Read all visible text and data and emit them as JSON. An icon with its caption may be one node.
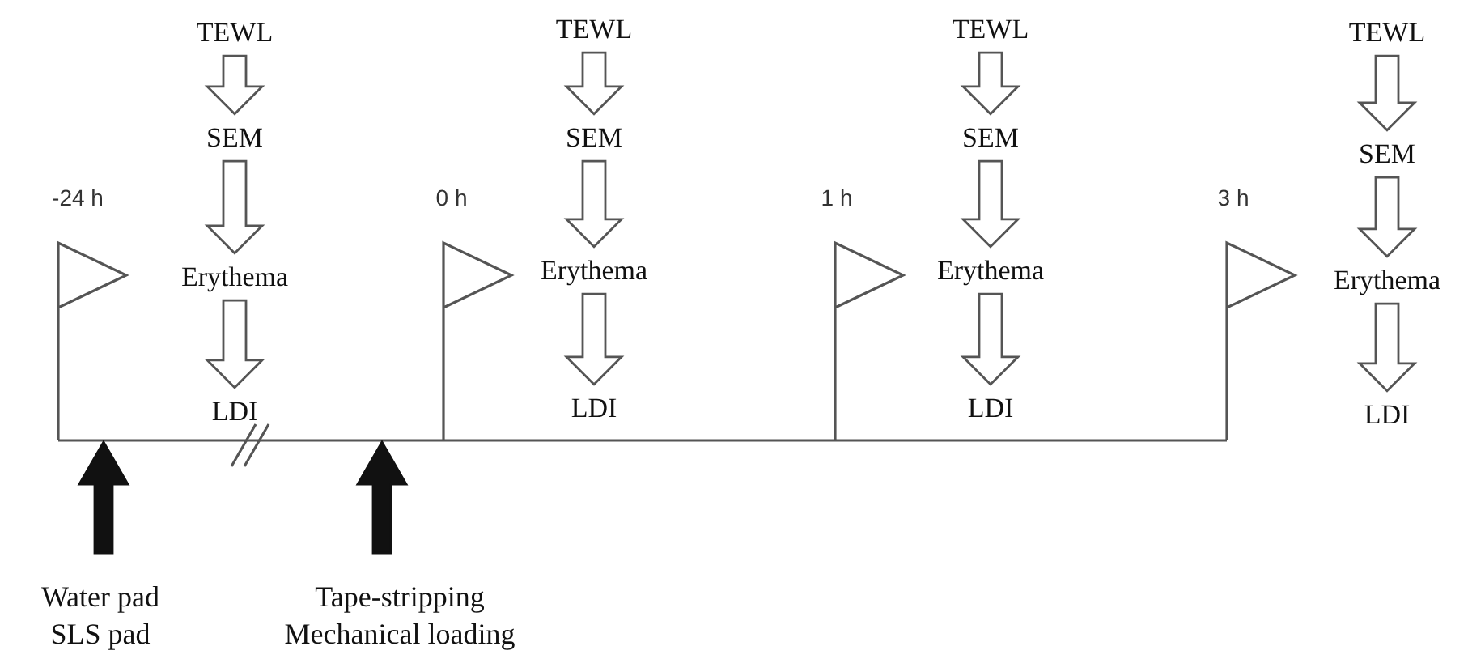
{
  "diagram": {
    "nodes": [
      {
        "text": [
          "TEWL"
        ]
      },
      {
        "text": [
          "SEM"
        ]
      },
      {
        "text": [
          "Erythema"
        ]
      },
      {
        "text": [
          "LDI"
        ]
      },
      {
        "text": [
          "TEWL"
        ]
      },
      {
        "text": [
          "SEM"
        ]
      },
      {
        "text": [
          "Erythema"
        ]
      },
      {
        "text": [
          "LDI"
        ]
      },
      {
        "text": [
          "TEWL"
        ]
      },
      {
        "text": [
          "SEM"
        ]
      },
      {
        "text": [
          "Erythema"
        ]
      },
      {
        "text": [
          "LDI"
        ]
      },
      {
        "text": [
          "TEWL"
        ]
      },
      {
        "text": [
          "SEM"
        ]
      },
      {
        "text": [
          "Erythema"
        ]
      },
      {
        "text": [
          "LDI"
        ]
      },
      {
        "text": [
          "Water pad",
          "SLS pad"
        ]
      },
      {
        "text": [
          "Tape-stripping",
          "Mechanical loading"
        ]
      }
    ],
    "edges": [
      {
        "from": 0,
        "to": 1,
        "arrow": "to"
      },
      {
        "from": 1,
        "to": 2,
        "arrow": "to"
      },
      {
        "from": 2,
        "to": 3,
        "arrow": "to"
      },
      {
        "from": 4,
        "to": 5,
        "arrow": "to"
      },
      {
        "from": 5,
        "to": 6,
        "arrow": "to"
      },
      {
        "from": 6,
        "to": 7,
        "arrow": "to"
      },
      {
        "from": 8,
        "to": 9,
        "arrow": "to"
      },
      {
        "from": 9,
        "to": 10,
        "arrow": "to"
      },
      {
        "from": 10,
        "to": 11,
        "arrow": "to"
      },
      {
        "from": 12,
        "to": 13,
        "arrow": "to"
      },
      {
        "from": 13,
        "to": 14,
        "arrow": "to"
      },
      {
        "from": 14,
        "to": 15,
        "arrow": "to"
      },
      {
        "from": 16,
        "to": null,
        "arrow": "to",
        "style": "thick",
        "color": "#111111"
      },
      {
        "from": 17,
        "to": null,
        "arrow": "to",
        "style": "thick",
        "color": "#111111"
      }
    ],
    "labels": [
      "-24 h",
      "0 h",
      "1 h",
      "3 h"
    ]
  }
}
